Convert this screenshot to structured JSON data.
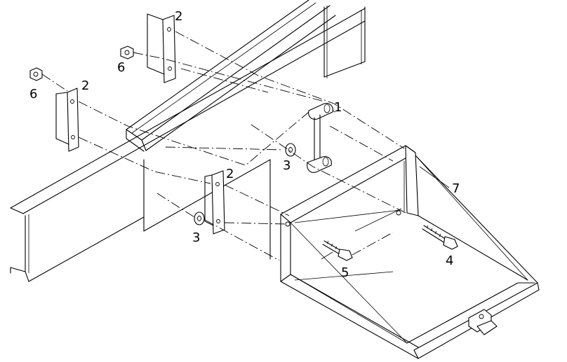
{
  "callouts": {
    "c1": "1",
    "c2a": "2",
    "c2b": "2",
    "c2c": "2",
    "c3a": "3",
    "c3b": "3",
    "c4": "4",
    "c5": "5",
    "c6a": "6",
    "c6b": "6",
    "c7": "7"
  }
}
